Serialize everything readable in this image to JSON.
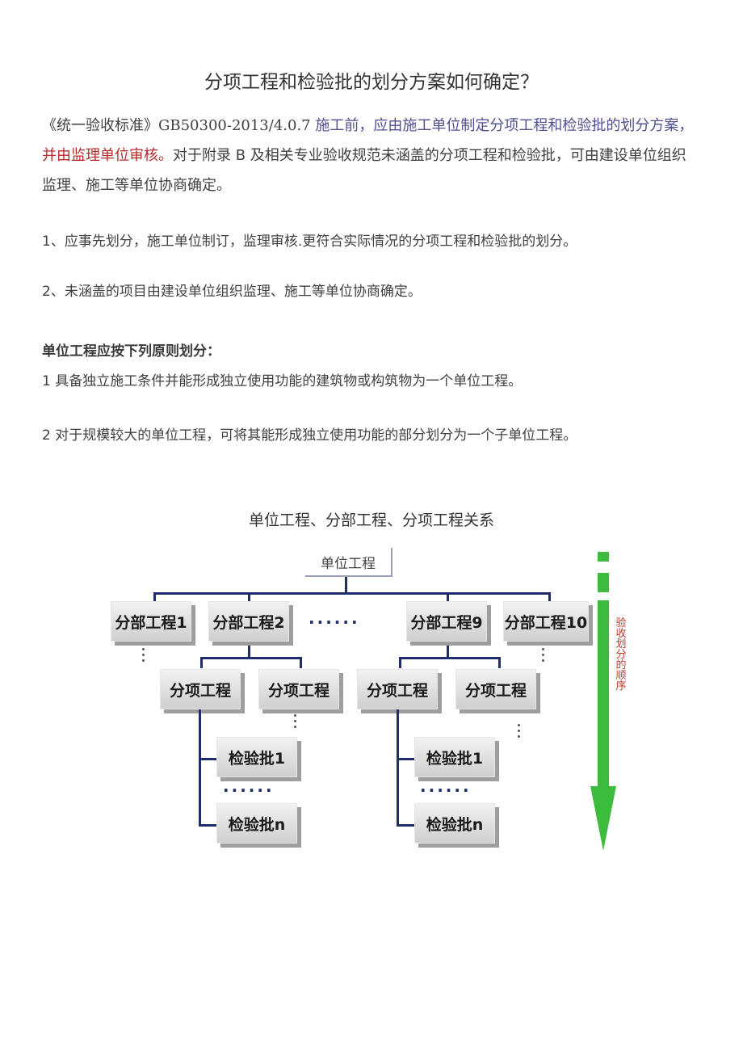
{
  "title": "分项工程和检验批的划分方案如何确定？",
  "intro": {
    "ref": "《统一验收标准》GB50300-2013/4.0.7 ",
    "blue1": "施工前，应由施工单位制定分项工程和检验批的划分方案",
    "sep": "，",
    "red": "并由监理单位审核。",
    "rest": "对于附录 B 及相关专业验收规范未涵盖的分项工程和检验批，可由建设单位组织监理、施工等单位协商确定。"
  },
  "items": [
    "1、应事先划分，施工单位制订，监理审核.更符合实际情况的分项工程和检验批的划分。",
    "2、未涵盖的项目由建设单位组织监理、施工等单位协商确定。"
  ],
  "principles": {
    "heading": "单位工程应按下列原则划分：",
    "rules": [
      "1 具备独立施工条件并能形成独立使用功能的建筑物或构筑物为一个单位工程。",
      "2 对于规模较大的单位工程，可将其能形成独立使用功能的部分划分为一个子单位工程。"
    ]
  },
  "diagram": {
    "title": "单位工程、分部工程、分项工程关系",
    "root": "单位工程",
    "divisions": [
      "分部工程1",
      "分部工程2",
      "分部工程9",
      "分部工程10"
    ],
    "division_ellipsis": "······",
    "subitems": [
      "分项工程",
      "分项工程",
      "分项工程",
      "分项工程"
    ],
    "batches_left": [
      "检验批1",
      "检验批n"
    ],
    "batches_right": [
      "检验批1",
      "检验批n"
    ],
    "batch_ellipsis": "······",
    "arrow_label": "验收划分的顺序",
    "arrow_color": "#3dbb3d",
    "line_color": "#1f2e6a"
  }
}
